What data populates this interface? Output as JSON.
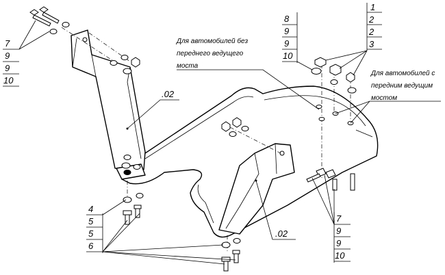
{
  "callouts": {
    "top_left": [
      "7",
      "9",
      "9",
      "10"
    ],
    "top_right_left_column": [
      "8",
      "9",
      "9",
      "10"
    ],
    "top_right_right_column": [
      "1",
      "2",
      "2",
      "3"
    ],
    "bottom_left": [
      "4",
      "5",
      "5",
      "6"
    ],
    "bottom_right": [
      "7",
      "9",
      "9",
      "10"
    ]
  },
  "part_marks": {
    "bracket_upper": ".02",
    "bracket_lower": ".02"
  },
  "notes": {
    "without_front_drive_line1": "Для автомобилей без",
    "without_front_drive_line2": "переднего ведущего",
    "without_front_drive_line3": "моста",
    "with_front_drive_line1": "Для автомобилей с",
    "with_front_drive_line2": "передним ведущим",
    "with_front_drive_line3": "мостом"
  }
}
